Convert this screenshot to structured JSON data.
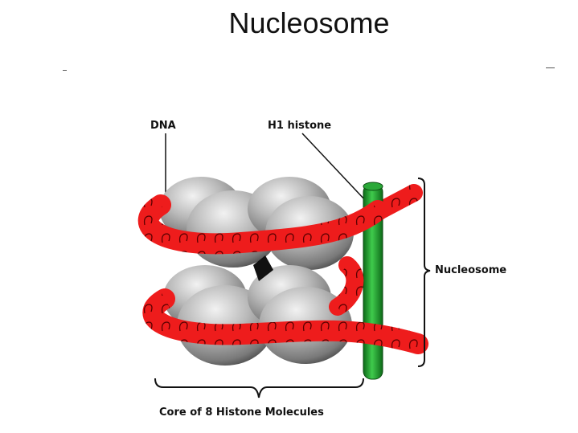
{
  "title": "Nucleosome",
  "labels": {
    "dna": "DNA",
    "h1_histone": "H1 histone",
    "nucleosome": "Nucleosome",
    "core": "Core of 8 Histone Molecules"
  },
  "colors": {
    "dna_red": "#ee1c1c",
    "histone_gray": "#a9a9a9",
    "h1_green": "#1f9a2c"
  }
}
